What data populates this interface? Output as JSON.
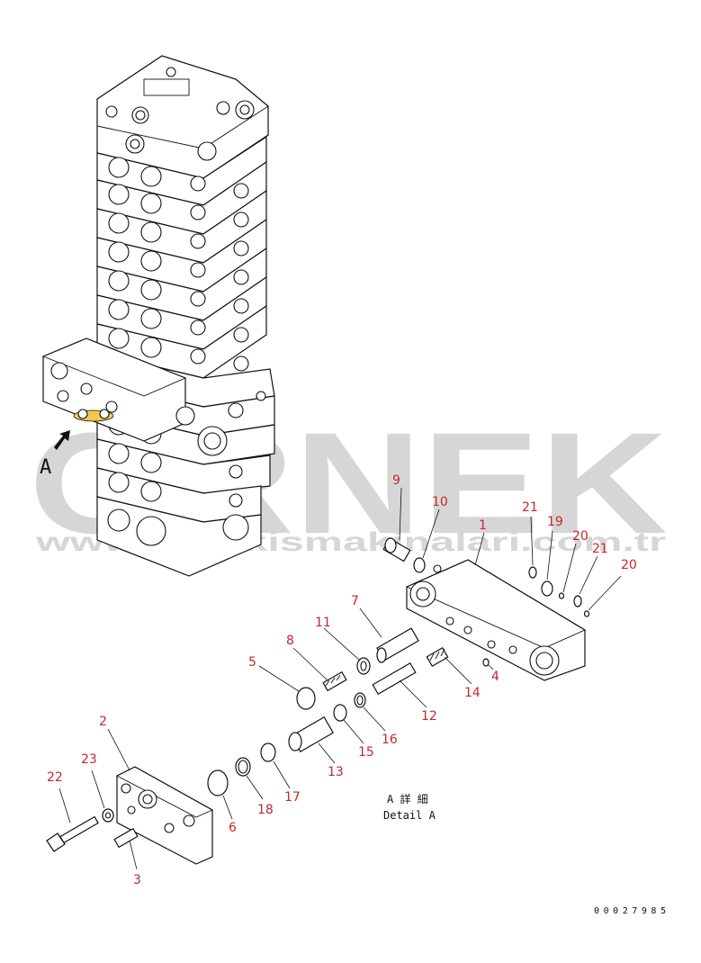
{
  "diagram": {
    "view_marker": "A",
    "detail_caption_jp": "A 詳 細",
    "detail_caption_en": "Detail A",
    "drawing_number": "00027985",
    "watermark_brand": "ORNEK",
    "watermark_url": "www.ornekismakinalari.com.tr",
    "accent_color": "#c62828",
    "watermark_color": "#d6d6d6",
    "highlight_color": "#f2c94c",
    "part_numbers": [
      "1",
      "2",
      "3",
      "4",
      "5",
      "6",
      "7",
      "8",
      "9",
      "10",
      "11",
      "12",
      "13",
      "14",
      "15",
      "16",
      "17",
      "18",
      "19",
      "20",
      "20",
      "21",
      "21",
      "22",
      "23"
    ]
  }
}
